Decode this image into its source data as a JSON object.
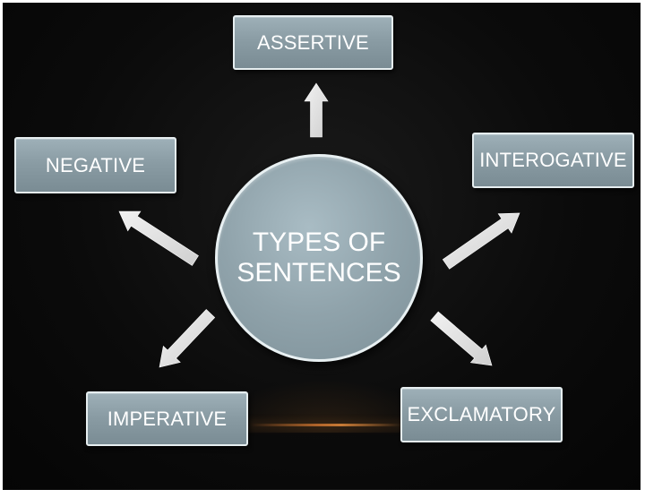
{
  "diagram": {
    "center": {
      "line1": "TYPES OF",
      "line2": "SENTENCES"
    },
    "nodes": {
      "assertive": "ASSERTIVE",
      "negative": "NEGATIVE",
      "interogative": "INTEROGATIVE",
      "imperative": "IMPERATIVE",
      "exclamatory": "EXCLAMATORY"
    },
    "colors": {
      "background": "#0b0b0b",
      "node_fill": "#8a9ca4",
      "node_border": "#e6eef0",
      "arrow_fill": "#e4e4e4",
      "text": "#ffffff",
      "accent_line": "#b0642a"
    }
  }
}
